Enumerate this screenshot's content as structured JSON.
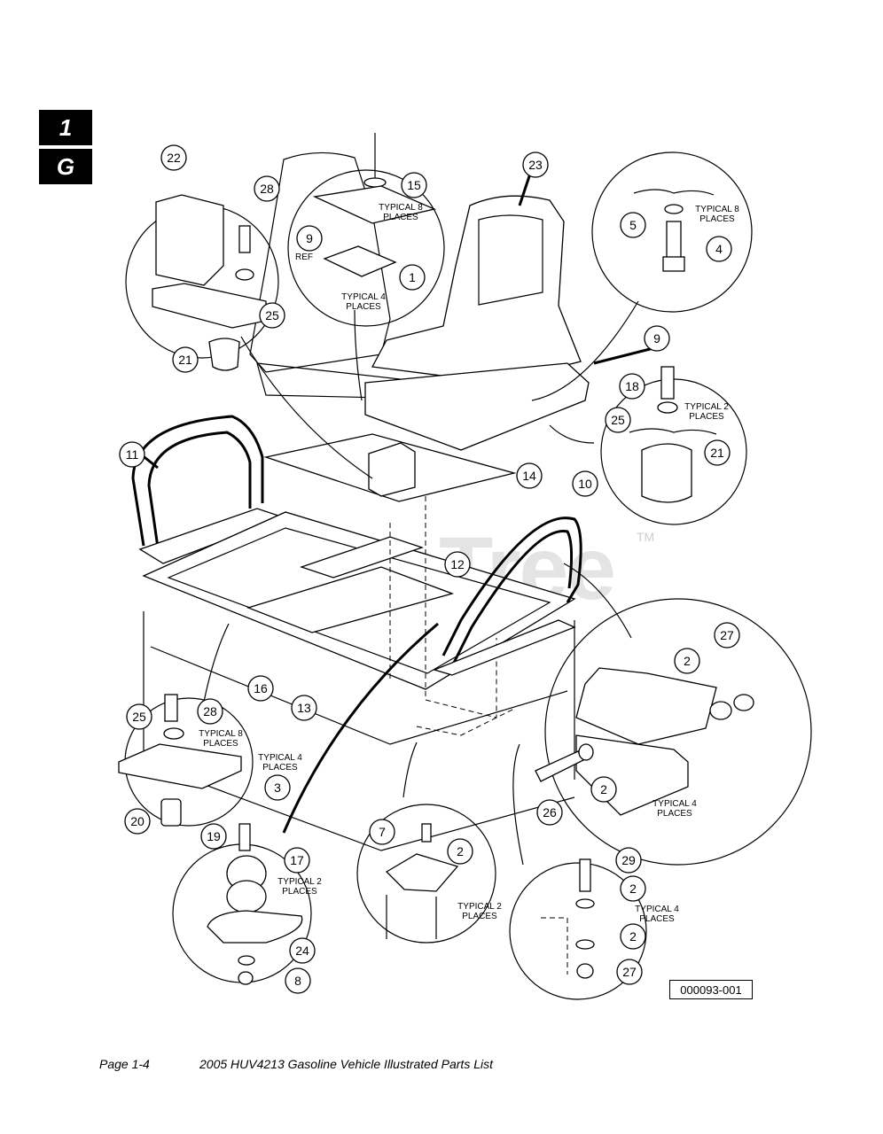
{
  "section_tabs": [
    "1",
    "G"
  ],
  "watermark": {
    "text": "PartsTree",
    "tm": "TM"
  },
  "callouts": [
    "22",
    "28",
    "25",
    "21",
    "15",
    "9",
    "1",
    "23",
    "5",
    "4",
    "9",
    "18",
    "25",
    "21",
    "11",
    "14",
    "10",
    "12",
    "16",
    "13",
    "27",
    "2",
    "2",
    "26",
    "25",
    "28",
    "3",
    "20",
    "19",
    "17",
    "24",
    "8",
    "7",
    "2",
    "29",
    "2",
    "2",
    "27"
  ],
  "notes": {
    "ref": "REF",
    "typical_8": [
      "TYPICAL 8",
      "PLACES"
    ],
    "typical_4": [
      "TYPICAL 4",
      "PLACES"
    ],
    "typical_2": [
      "TYPICAL 2",
      "PLACES"
    ]
  },
  "figure_code": "000093-001",
  "footer": {
    "page": "Page 1-4",
    "title": "2005 HUV4213 Gasoline Vehicle Illustrated Parts List"
  }
}
